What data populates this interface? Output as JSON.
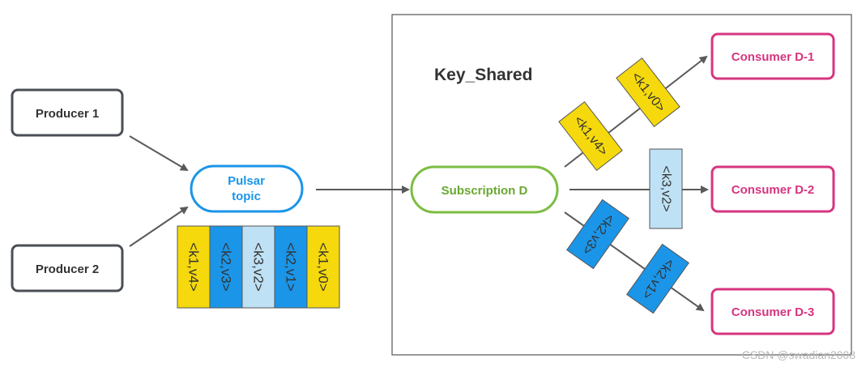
{
  "subscription_type": "Key_Shared",
  "producers": [
    {
      "label": "Producer 1"
    },
    {
      "label": "Producer 2"
    }
  ],
  "topic": {
    "line1": "Pulsar",
    "line2": "topic"
  },
  "topic_messages": [
    {
      "label": "<k1,v4>",
      "fill": "#f5d90c"
    },
    {
      "label": "<k2,v3>",
      "fill": "#1b95e8"
    },
    {
      "label": "<k3,v2>",
      "fill": "#bfe1f5"
    },
    {
      "label": "<k2,v1>",
      "fill": "#1b95e8"
    },
    {
      "label": "<k1,v0>",
      "fill": "#f5d90c"
    }
  ],
  "subscription": {
    "label": "Subscription D"
  },
  "consumers": [
    {
      "label": "Consumer D-1"
    },
    {
      "label": "Consumer D-2"
    },
    {
      "label": "Consumer D-3"
    }
  ],
  "routed_messages": {
    "consumer_d1": [
      {
        "label": "<k1,v4>",
        "fill": "#f5d90c"
      },
      {
        "label": "<k1,v0>",
        "fill": "#f5d90c"
      }
    ],
    "consumer_d2": [
      {
        "label": "<k3,v2>",
        "fill": "#bfe1f5"
      }
    ],
    "consumer_d3": [
      {
        "label": "<k2,v3>",
        "fill": "#1b95e8"
      },
      {
        "label": "<k2,v1>",
        "fill": "#1b95e8"
      }
    ]
  },
  "colors": {
    "producer_border": "#4a4f55",
    "topic_border": "#1b95e8",
    "topic_text": "#1b95e8",
    "subscription_border": "#7cbd42",
    "subscription_text": "#6aa832",
    "consumer_border": "#d6357f",
    "consumer_text": "#d6357f",
    "arrow": "#5a5a5a",
    "frame": "#555555",
    "message_text": "#333333"
  },
  "watermark": "CSDN @swadian2008"
}
